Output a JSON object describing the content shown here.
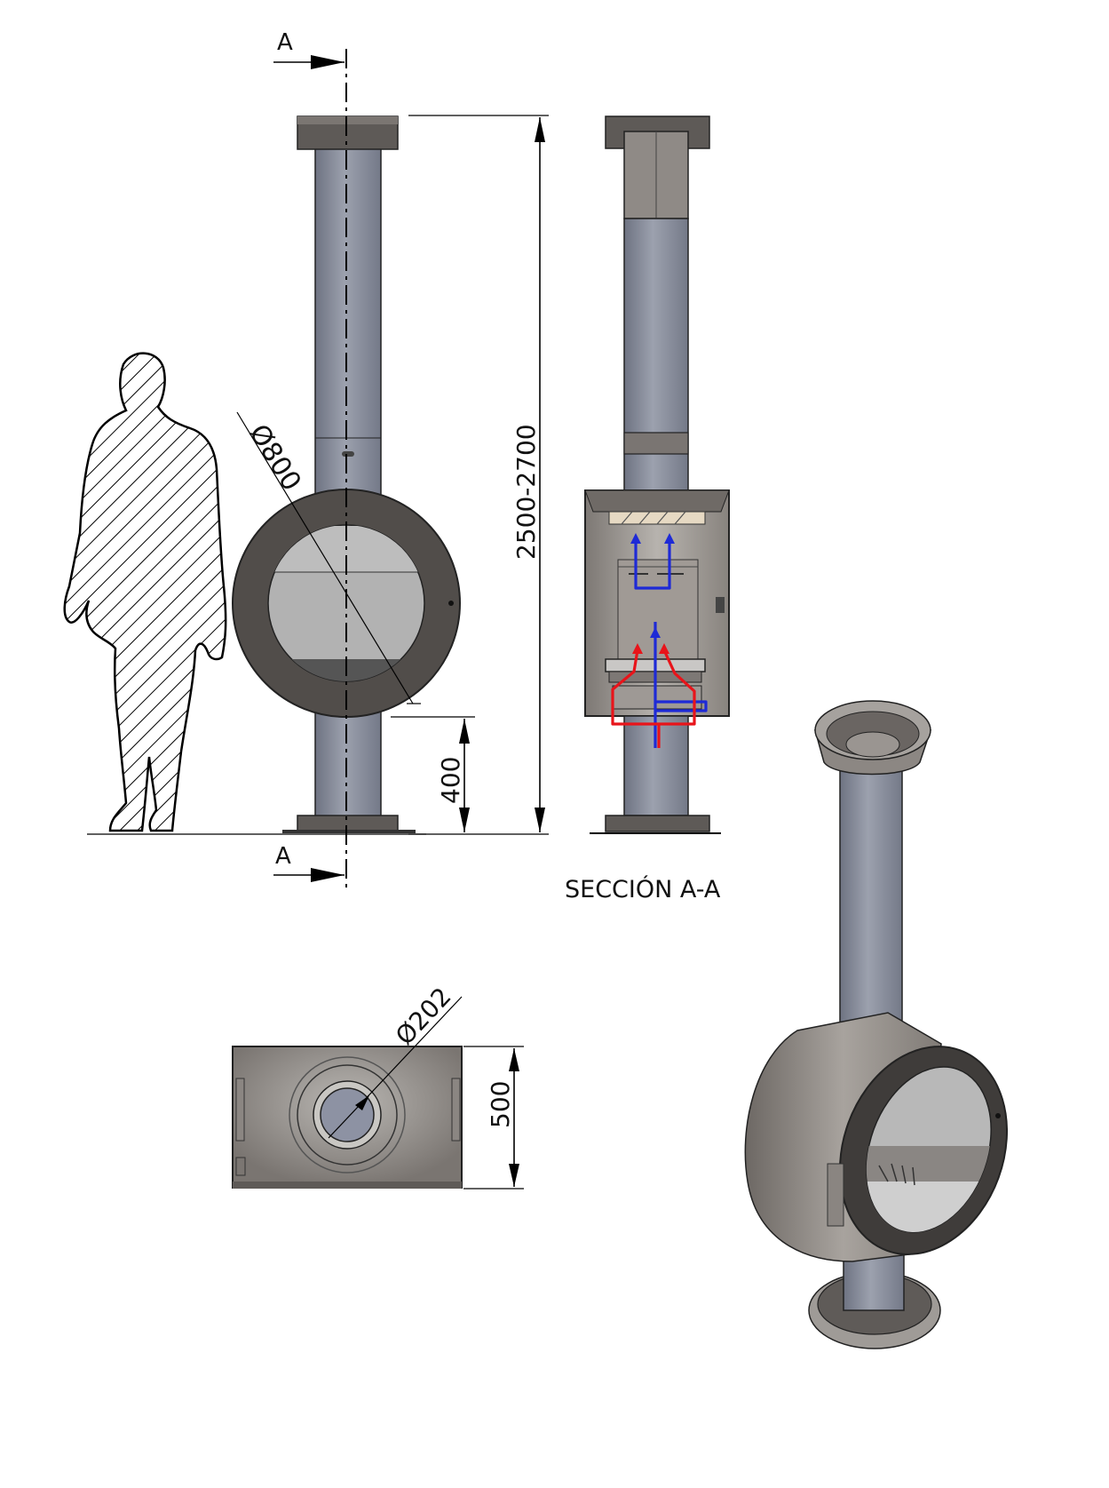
{
  "labels": {
    "section_marker_top": "A",
    "section_marker_bottom": "A",
    "diameter_body": "Ø800",
    "height_range": "2500-2700",
    "base_height": "400",
    "section_title": "SECCIÓN A-A",
    "diameter_flue": "Ø202",
    "depth": "500"
  },
  "colors": {
    "pipe": "#8a8f9e",
    "steel_dark": "#545050",
    "steel_mid": "#8c8783",
    "glass": "#b4b4b4",
    "hot_air": "#e8141a",
    "cold_air": "#1e2ad6"
  }
}
